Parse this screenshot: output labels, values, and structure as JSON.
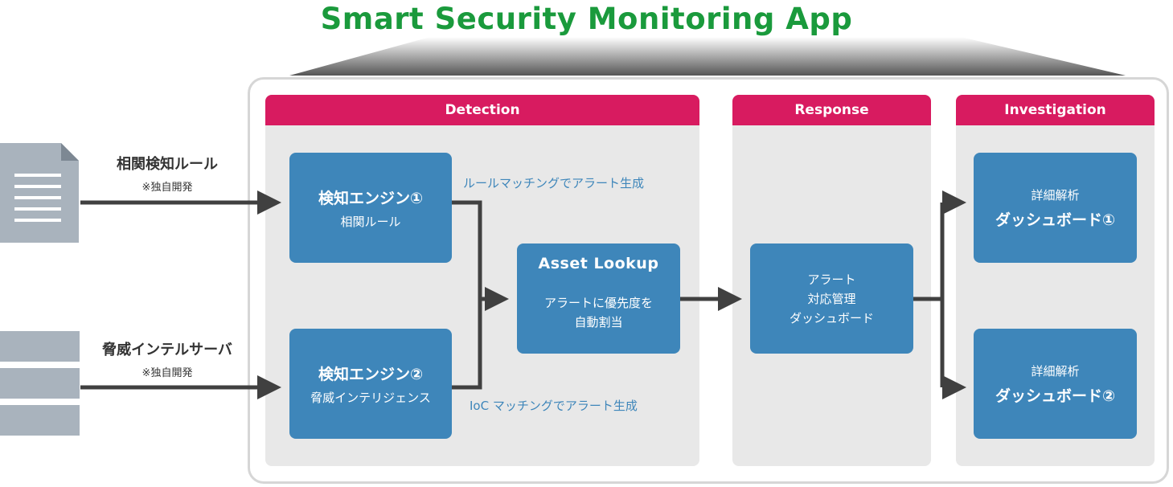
{
  "title": "Smart Security Monitoring App",
  "sections": {
    "detection": "Detection",
    "response": "Response",
    "investigation": "Investigation"
  },
  "sources": {
    "rules": {
      "label": "相関検知ルール",
      "note": "※独自開発",
      "icon": "document-icon"
    },
    "threat_intel": {
      "label": "脅威インテルサーバ",
      "note": "※独自開発",
      "icon": "server-icon"
    }
  },
  "engines": {
    "engine1": {
      "title": "検知エンジン①",
      "subtitle": "相関ルール"
    },
    "engine2": {
      "title": "検知エンジン②",
      "subtitle": "脅威インテリジェンス"
    }
  },
  "notes": {
    "rule_matching": "ルールマッチングでアラート生成",
    "ioc_matching": "IoC マッチングでアラート生成"
  },
  "asset_lookup": {
    "title": "Asset Lookup",
    "line1": "アラートに優先度を",
    "line2": "自動割当"
  },
  "response_box": {
    "line1": "アラート",
    "line2": "対応管理",
    "line3": "ダッシュボード"
  },
  "investigation": {
    "dashboard1": {
      "line1": "詳細解析",
      "line2": "ダッシュボード①"
    },
    "dashboard2": {
      "line1": "詳細解析",
      "line2": "ダッシュボード②"
    }
  },
  "colors": {
    "title": "#1a9a3c",
    "header": "#d81b60",
    "box": "#3e86ba",
    "panel": "#e8e8e8",
    "arrow": "#404040",
    "source_icon": "#a9b3bd"
  }
}
